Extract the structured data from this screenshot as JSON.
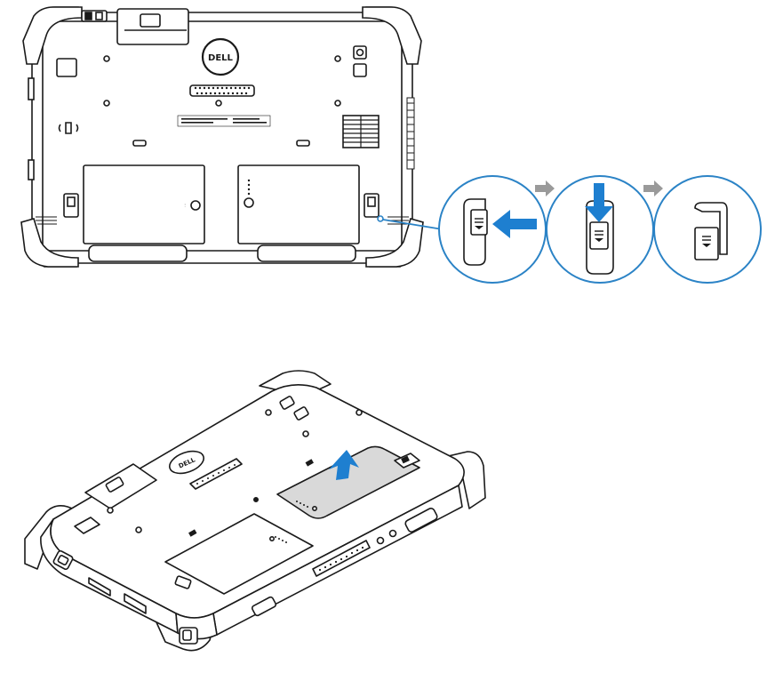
{
  "brand": {
    "logo_text": "DELL"
  },
  "colors": {
    "line": "#1a1a1a",
    "accent_blue": "#1e7fd0",
    "callout_stroke": "#2b83c6",
    "step_arrow": "#9a9a9a",
    "battery_fill": "#d9d9d9",
    "bumper_fill": "#ffffff"
  },
  "steps": [
    {
      "id": "step-1-slide-latch",
      "icon": "arrow-left-icon"
    },
    {
      "id": "step-2-press-down",
      "icon": "arrow-down-icon"
    },
    {
      "id": "step-3-latch-released",
      "icon": "latch-icon"
    }
  ],
  "step_connectors": [
    "arrow-right-icon",
    "arrow-right-icon"
  ],
  "removal_icon": "arrow-up-icon"
}
